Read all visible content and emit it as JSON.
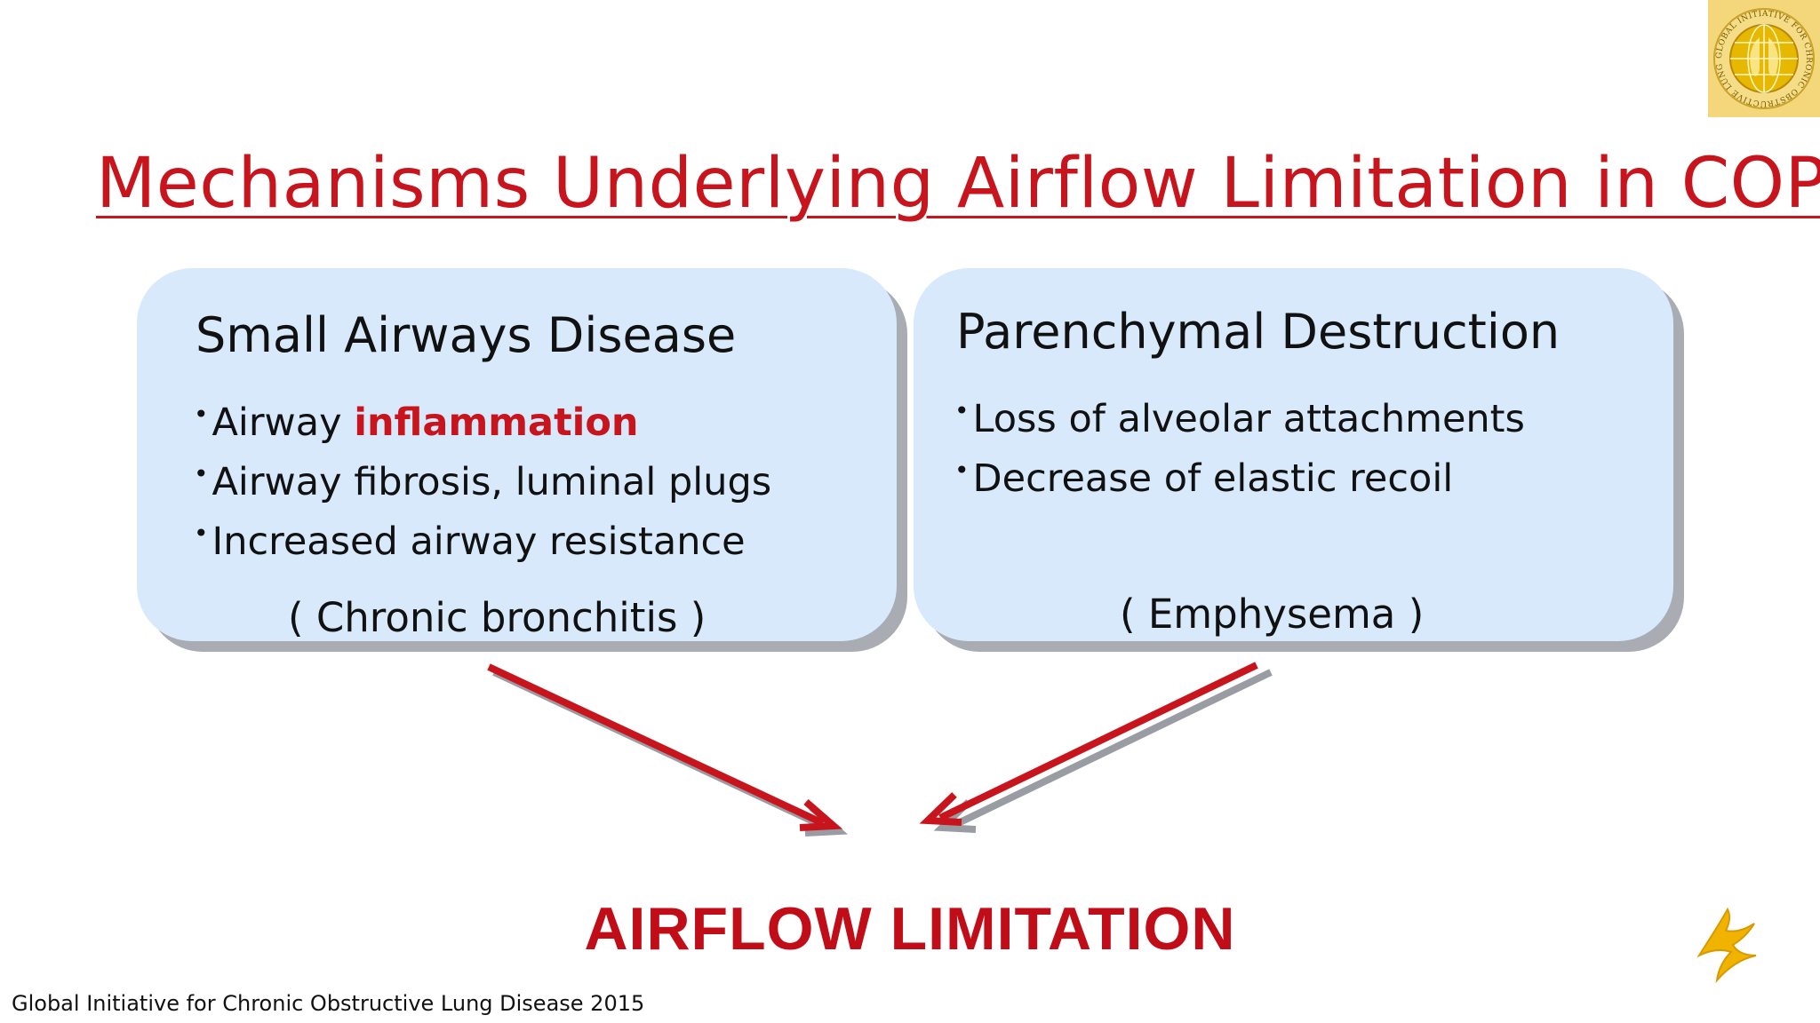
{
  "slide": {
    "title": "Mechanisms Underlying Airflow Limitation in COPD",
    "conclusion": "AIRFLOW LIMITATION",
    "footer": "Global Initiative for Chronic Obstructive Lung Disease 2015"
  },
  "left_box": {
    "heading": "Small Airways Disease",
    "bullets": [
      {
        "prefix": "Airway ",
        "emphasis": "inflammation"
      },
      {
        "text": "Airway fibrosis, luminal plugs"
      },
      {
        "text": "Increased airway resistance"
      }
    ],
    "note": "( Chronic bronchitis )"
  },
  "right_box": {
    "heading": "Parenchymal Destruction",
    "bullets": [
      {
        "text": "Loss of alveolar attachments"
      },
      {
        "text": "Decrease of elastic recoil"
      }
    ],
    "note": "( Emphysema )"
  },
  "logos": {
    "gold_logo_text": "GLOBAL INITIATIVE FOR CHRONIC OBSTRUCTIVE LUNG DISEASE",
    "gold_logo_icon": "gold-logo-icon",
    "brand_icon": "brand-mark-icon"
  },
  "colors": {
    "accent_red": "#c8141c",
    "box_fill": "#d7e9fb",
    "box_shadow": "#a9acb3",
    "logo_gold": "#f3d77a"
  },
  "bullet_char": "•"
}
